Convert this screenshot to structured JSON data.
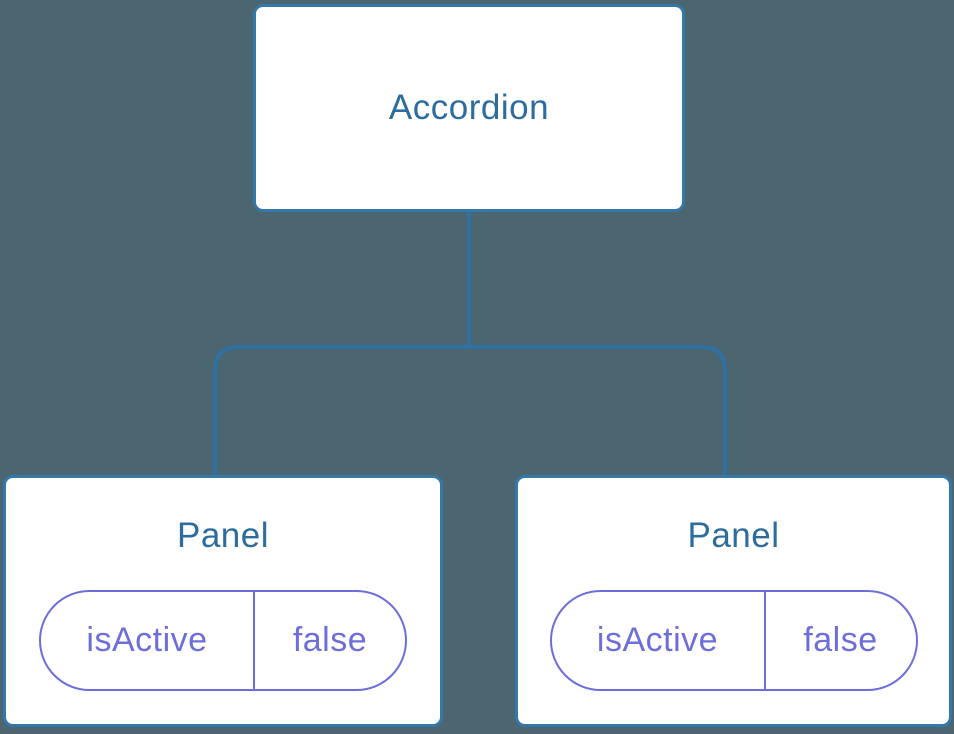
{
  "diagram": {
    "type": "component-tree",
    "root": {
      "label": "Accordion"
    },
    "children": [
      {
        "label": "Panel",
        "state": {
          "key": "isActive",
          "value": "false"
        }
      },
      {
        "label": "Panel",
        "state": {
          "key": "isActive",
          "value": "false"
        }
      }
    ]
  },
  "colors": {
    "canvas-bg": "#4b6670",
    "node-bg": "#ffffff",
    "node-border": "#3578a8",
    "node-text": "#2d6d9e",
    "state": "#6e6edb",
    "connector": "#2e71a2"
  }
}
